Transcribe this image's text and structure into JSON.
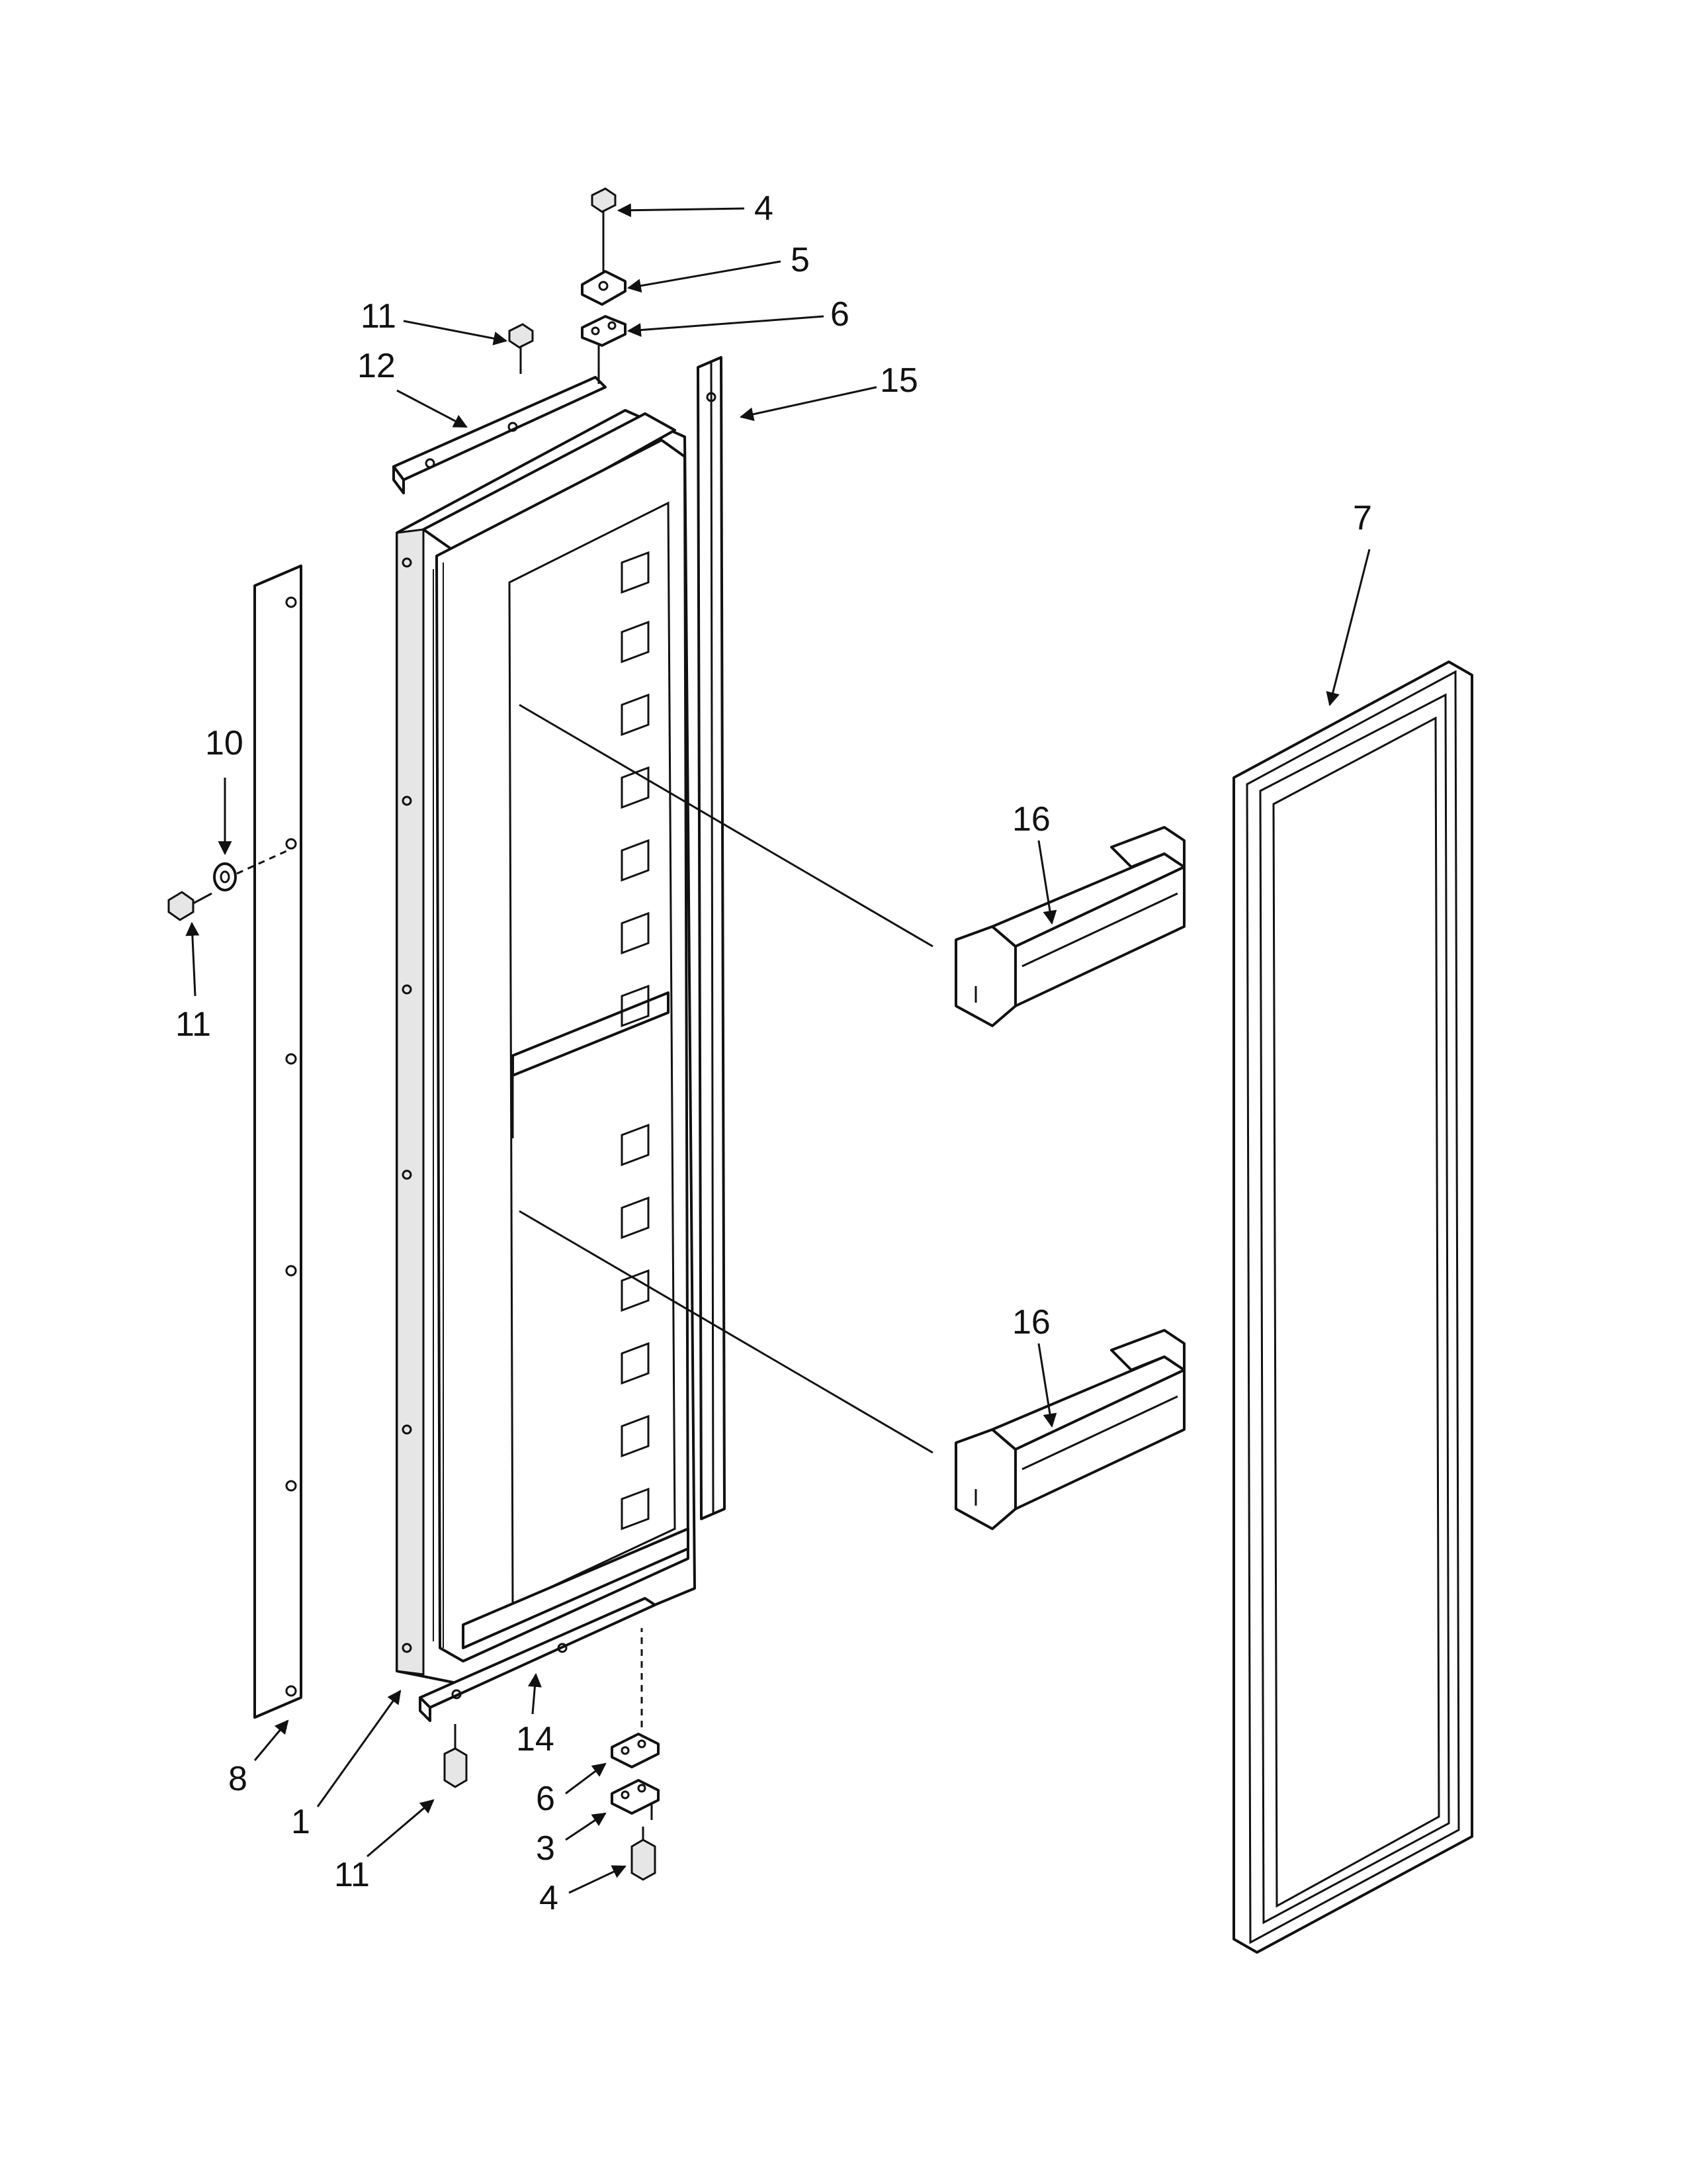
{
  "diagram": {
    "type": "exploded-parts-diagram",
    "colors": {
      "ink": "#111111",
      "paper": "#ffffff",
      "shade": "#e6e6e6"
    },
    "callouts": [
      {
        "id": "c4-top",
        "label": "4"
      },
      {
        "id": "c5",
        "label": "5"
      },
      {
        "id": "c6-top",
        "label": "6"
      },
      {
        "id": "c11-top",
        "label": "11"
      },
      {
        "id": "c12",
        "label": "12"
      },
      {
        "id": "c15",
        "label": "15"
      },
      {
        "id": "c7",
        "label": "7"
      },
      {
        "id": "c10",
        "label": "10"
      },
      {
        "id": "c11-left",
        "label": "11"
      },
      {
        "id": "c16-upper",
        "label": "16"
      },
      {
        "id": "c16-lower",
        "label": "16"
      },
      {
        "id": "c8",
        "label": "8"
      },
      {
        "id": "c1",
        "label": "1"
      },
      {
        "id": "c14",
        "label": "14"
      },
      {
        "id": "c11-bottom",
        "label": "11"
      },
      {
        "id": "c6-bottom",
        "label": "6"
      },
      {
        "id": "c3",
        "label": "3"
      },
      {
        "id": "c4-bottom",
        "label": "4"
      }
    ]
  }
}
